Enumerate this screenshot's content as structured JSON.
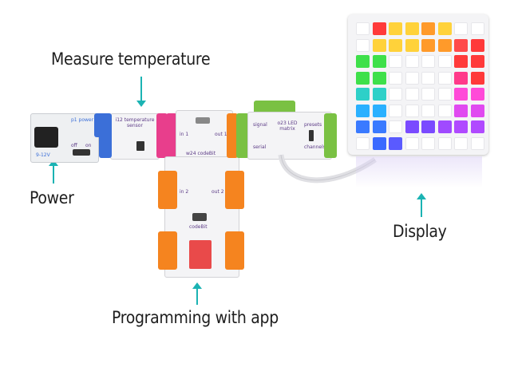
{
  "labels": {
    "measure": "Measure temperature",
    "power": "Power",
    "display": "Display",
    "programming": "Programming with app"
  },
  "modules": {
    "power": {
      "name": "p1 power",
      "voltage": "9-12V",
      "switch_off": "off",
      "switch_on": "on"
    },
    "temperature": {
      "name": "i12 temperature sensor"
    },
    "codebit": {
      "name": "w24 codeBit",
      "in1": "in 1",
      "out1": "out 1",
      "in2": "in 2",
      "out2": "out 2",
      "bottom": "codeBit"
    },
    "led": {
      "name": "o23 LED matrix",
      "signal": "signal",
      "serial": "serial",
      "presets": "presets",
      "channels": "channels"
    }
  },
  "colors": {
    "arrow": "#1bb3b3",
    "pink": "#e83e8c",
    "blue": "#3b6fd8",
    "orange": "#f5841f",
    "green": "#7ac143",
    "purple": "#6b3fa0"
  }
}
